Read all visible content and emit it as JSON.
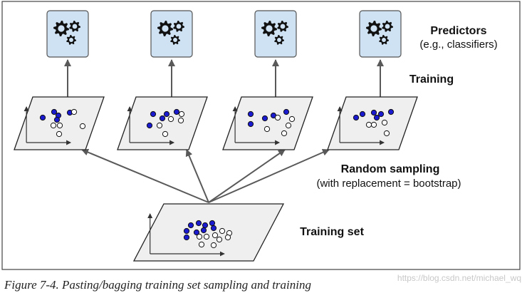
{
  "labels": {
    "predictors": "Predictors",
    "predictors_sub": "(e.g., classifiers)",
    "training": "Training",
    "random_sampling": "Random sampling",
    "random_sampling_sub": "(with replacement = bootstrap)",
    "training_set": "Training set"
  },
  "caption": "Figure 7-4. Pasting/bagging training set sampling and training",
  "watermark": "https://blog.csdn.net/michael_wq",
  "colors": {
    "predictor_fill": "#cfe2f3",
    "panel_fill": "#efefef",
    "arrow": "#595959",
    "filled_dot": "#1a1ad0",
    "hollow_dot": "#ffffff"
  },
  "icons": {
    "predictor": "gears-icon"
  },
  "sample_count": 4
}
